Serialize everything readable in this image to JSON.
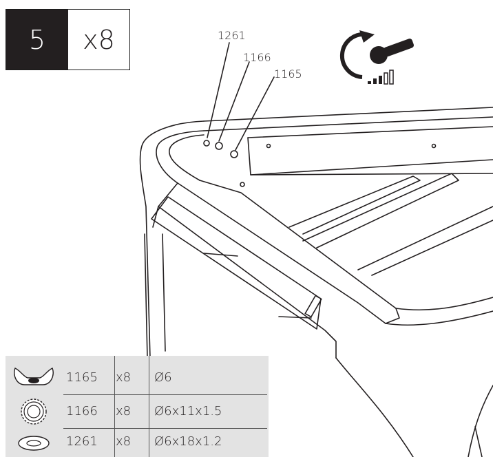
{
  "step": {
    "number": "5",
    "quantity": "x8"
  },
  "callouts": [
    "1261",
    "1166",
    "1165"
  ],
  "tool_icon": "wrench-torque-icon",
  "parts": [
    {
      "icon": "wing-nut-icon",
      "code": "1165",
      "qty": "x8",
      "size": "Ø6"
    },
    {
      "icon": "serrated-washer-icon",
      "code": "1166",
      "qty": "x8",
      "size": "Ø6x11x1.5"
    },
    {
      "icon": "flat-washer-icon",
      "code": "1261",
      "qty": "x8",
      "size": "Ø6x18x1.2"
    }
  ]
}
